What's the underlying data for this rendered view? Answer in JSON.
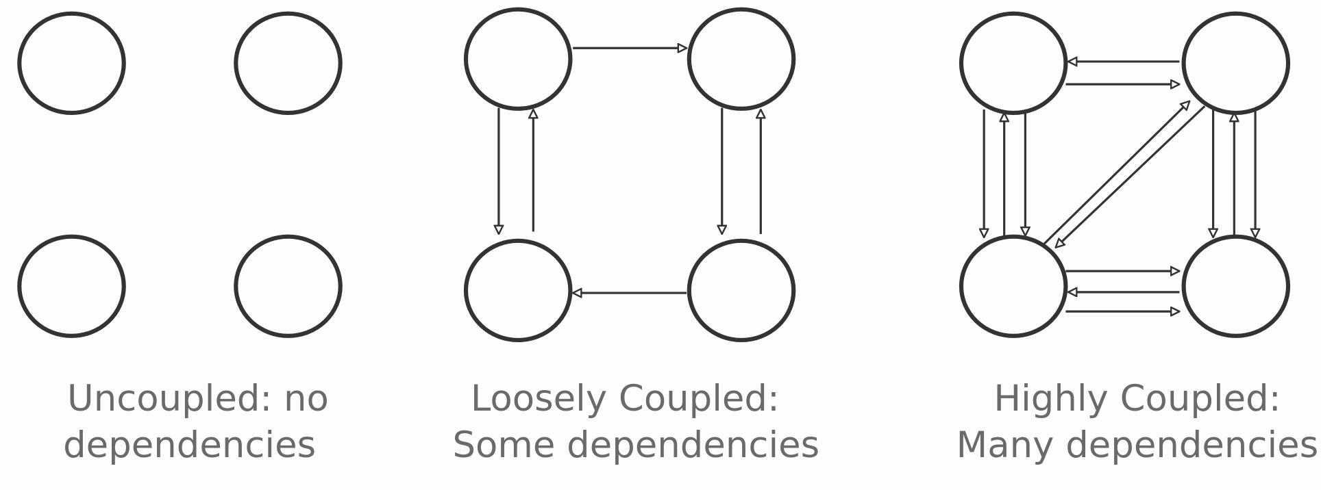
{
  "panels": [
    {
      "id": "uncoupled",
      "caption": [
        "Uncoupled: no",
        "dependencies"
      ],
      "edges": []
    },
    {
      "id": "loosely-coupled",
      "caption": [
        "Loosely Coupled:",
        "Some dependencies"
      ],
      "edges": [
        [
          "top-left",
          "top-right"
        ],
        [
          "top-left",
          "bottom-left"
        ],
        [
          "bottom-left",
          "top-left"
        ],
        [
          "top-right",
          "bottom-right"
        ],
        [
          "bottom-right",
          "top-right"
        ],
        [
          "bottom-right",
          "bottom-left"
        ]
      ]
    },
    {
      "id": "highly-coupled",
      "caption": [
        "Highly Coupled:",
        "Many dependencies"
      ],
      "edges": [
        [
          "top-right",
          "top-left"
        ],
        [
          "top-left",
          "top-right"
        ],
        [
          "top-left",
          "bottom-left"
        ],
        [
          "bottom-left",
          "top-left"
        ],
        [
          "top-left",
          "bottom-left"
        ],
        [
          "top-right",
          "bottom-right"
        ],
        [
          "bottom-right",
          "top-right"
        ],
        [
          "top-right",
          "bottom-right"
        ],
        [
          "bottom-left",
          "top-right"
        ],
        [
          "top-right",
          "bottom-left"
        ],
        [
          "bottom-left",
          "bottom-right"
        ],
        [
          "bottom-right",
          "bottom-left"
        ],
        [
          "bottom-left",
          "bottom-right"
        ]
      ]
    }
  ],
  "colors": {
    "stroke": "#333333",
    "caption": "#6a6a6a",
    "background": "#fdfdfd"
  }
}
